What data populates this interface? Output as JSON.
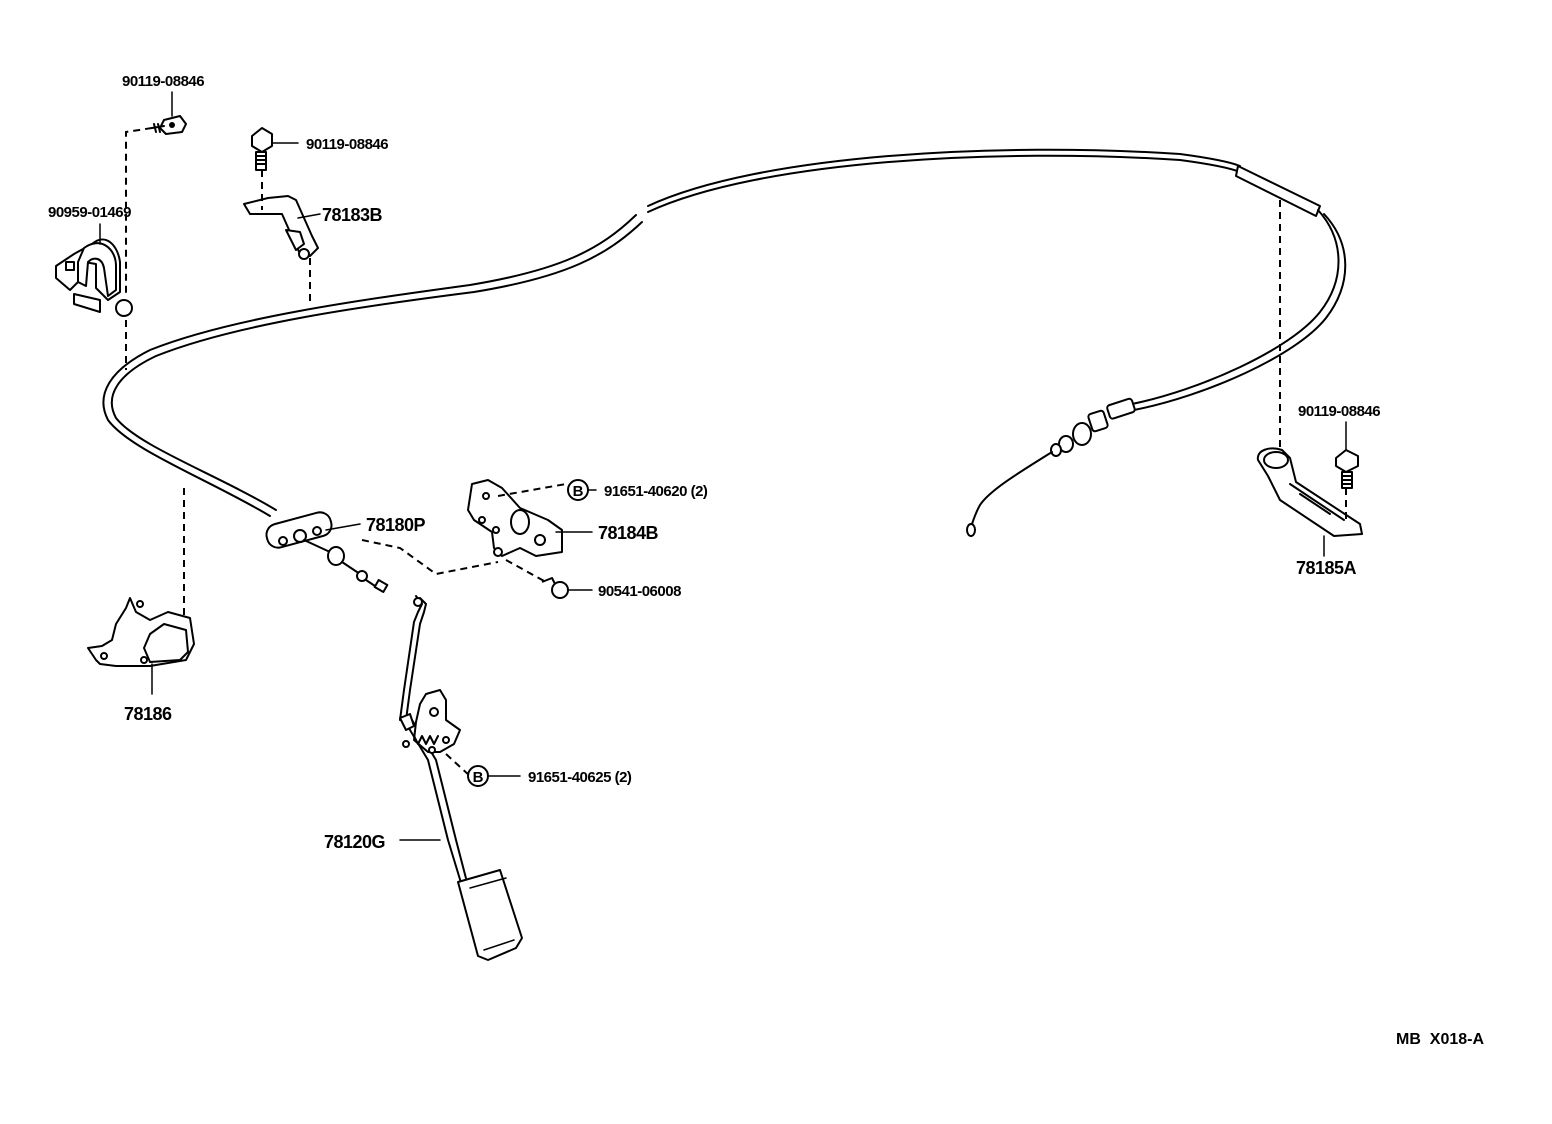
{
  "diagram": {
    "reference_code": "MB  X018-A",
    "labels": {
      "bolt_top_left": "90119-08846",
      "bolt_top_mid": "90119-08846",
      "bolt_right": "90119-08846",
      "clamp_left": "90959-01469",
      "bracket_78183b": "78183B",
      "bracket_78185a": "78185A",
      "cable_78180p": "78180P",
      "bracket_78184b": "78184B",
      "bracket_78186": "78186",
      "pedal_78120g": "78120G",
      "nut_b_upper": "91651-40620 (2)",
      "nut_b_lower": "91651-40625 (2)",
      "clip_90541": "90541-06008"
    },
    "badge_letter": "B"
  }
}
